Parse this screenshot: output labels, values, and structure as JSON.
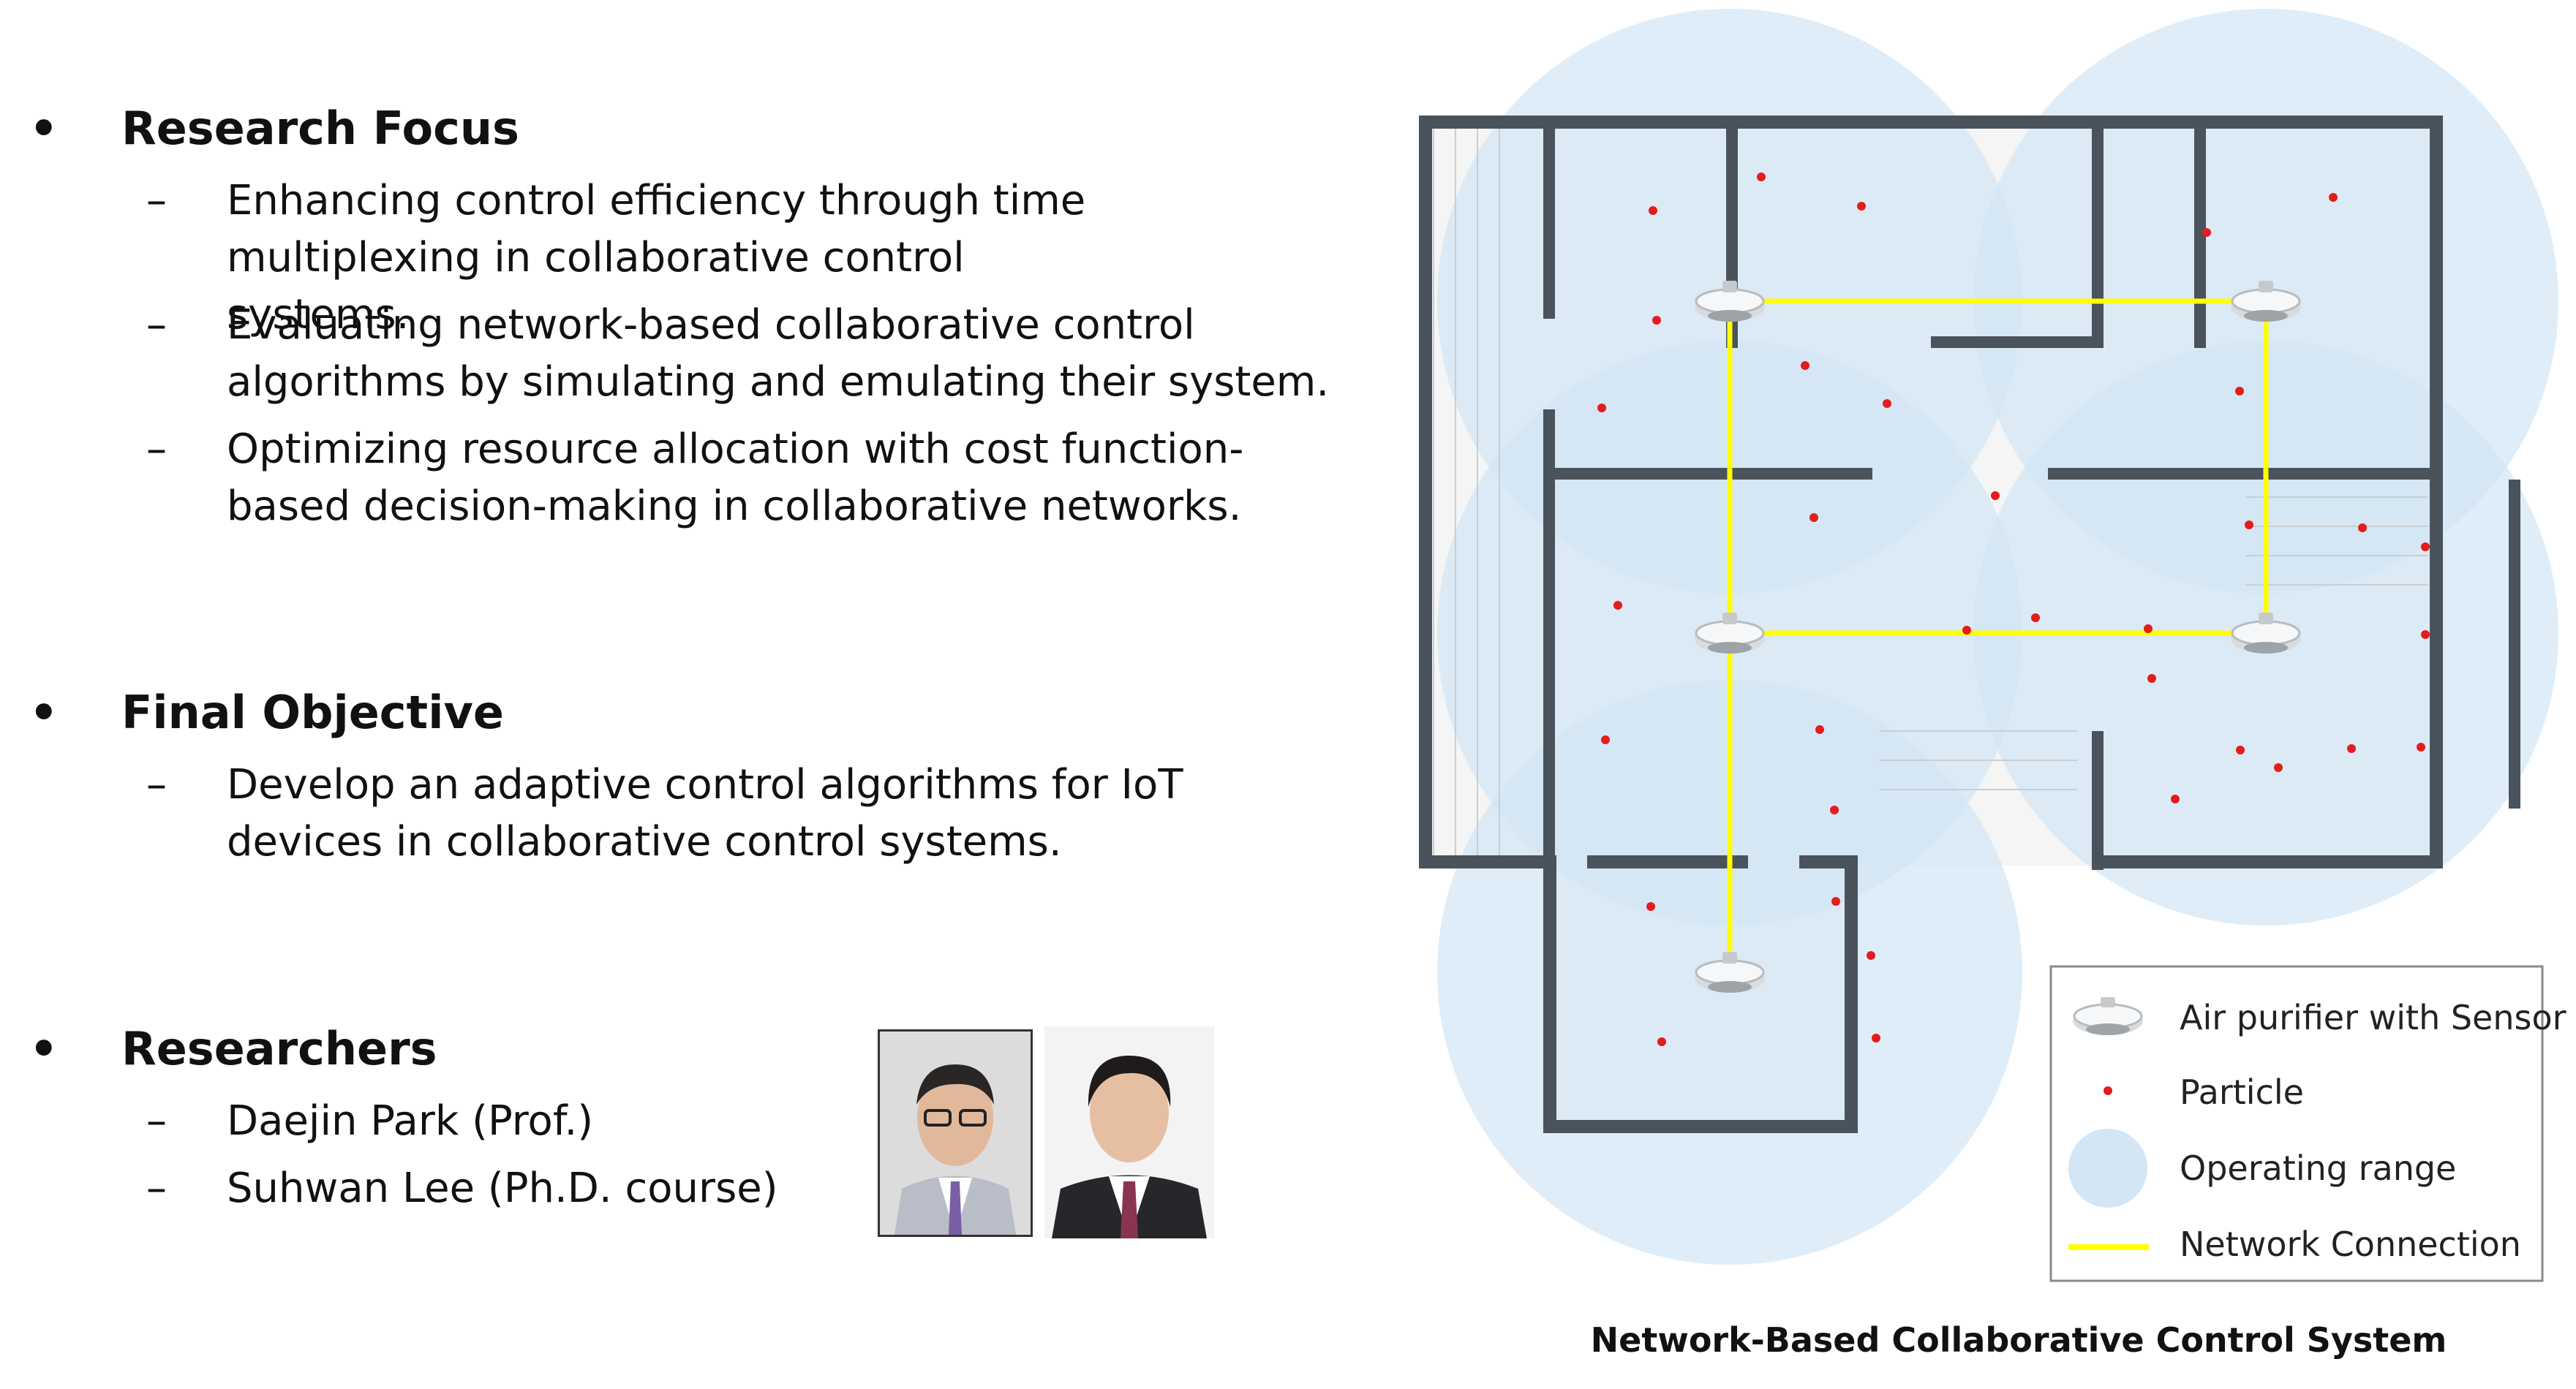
{
  "sections": [
    {
      "heading": "Research Focus",
      "items": [
        "Enhancing control efficiency through time multiplexing in collaborative control systems.",
        "Evaluating network-based collaborative control algorithms by simulating and emulating their system.",
        "Optimizing resource allocation with cost function-based decision-making in collaborative networks."
      ]
    },
    {
      "heading": "Final Objective",
      "items": [
        "Develop an adaptive control algorithms for IoT devices in collaborative control systems."
      ]
    },
    {
      "heading": "Researchers",
      "items": [
        "Daejin Park (Prof.)",
        "Suhwan Lee (Ph.D. course)"
      ]
    }
  ],
  "bullet_glyph": "•",
  "dash_glyph": "–",
  "legend": {
    "purifier": "Air purifier with Sensor",
    "particle": "Particle",
    "range": "Operating range",
    "connection": "Network Connection"
  },
  "caption": "Network-Based Collaborative Control System",
  "colors": {
    "range": "#d3e6f5",
    "connection": "#ffff00",
    "particle": "#e31c1c",
    "wall": "#4a535b"
  }
}
